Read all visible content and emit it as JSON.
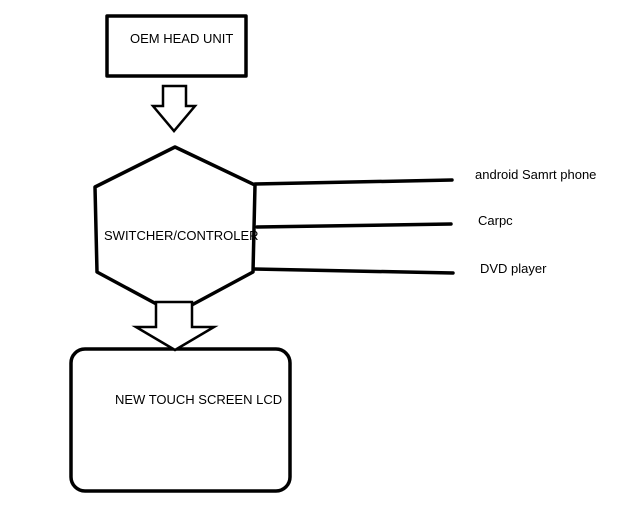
{
  "nodes": {
    "head_unit": "OEM HEAD UNIT",
    "switcher": "SWITCHER/CONTROLER",
    "lcd": "NEW TOUCH SCREEN LCD"
  },
  "inputs": [
    "android Samrt phone",
    "Carpc",
    "DVD player"
  ],
  "colors": {
    "stroke": "#000000",
    "background": "#ffffff"
  }
}
